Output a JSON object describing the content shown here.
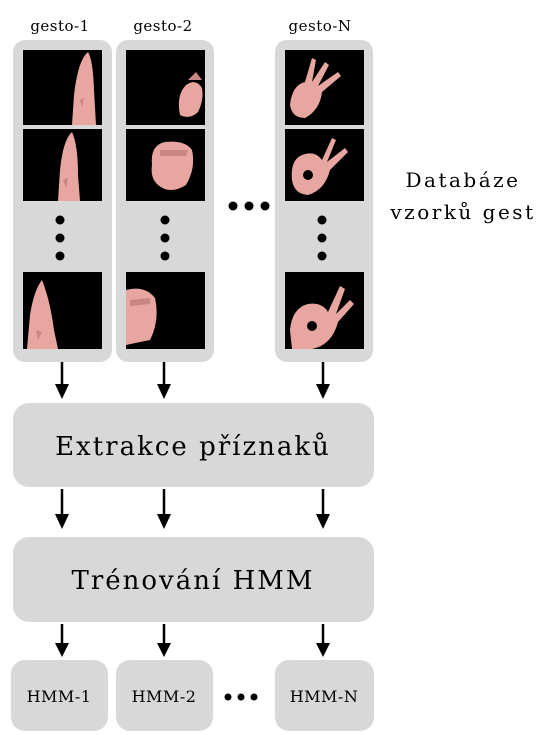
{
  "columns": [
    {
      "label": "gesto-1"
    },
    {
      "label": "gesto-2"
    },
    {
      "label": "gesto-N"
    }
  ],
  "database_label": [
    "Databáze",
    "vzorků gest"
  ],
  "feature_box": {
    "label": "Extrakce příznaků"
  },
  "training_box": {
    "label": "Trénování HMM"
  },
  "models": [
    {
      "label": "HMM-1"
    },
    {
      "label": "HMM-2"
    },
    {
      "label": "HMM-N"
    }
  ],
  "colors": {
    "box_fill": "#d8d8d8",
    "frame": "#000000",
    "hand": "#e8a6a0",
    "arrow": "#000000"
  },
  "icons": [
    "ellipsis-dots",
    "arrow-down",
    "hand-image"
  ]
}
